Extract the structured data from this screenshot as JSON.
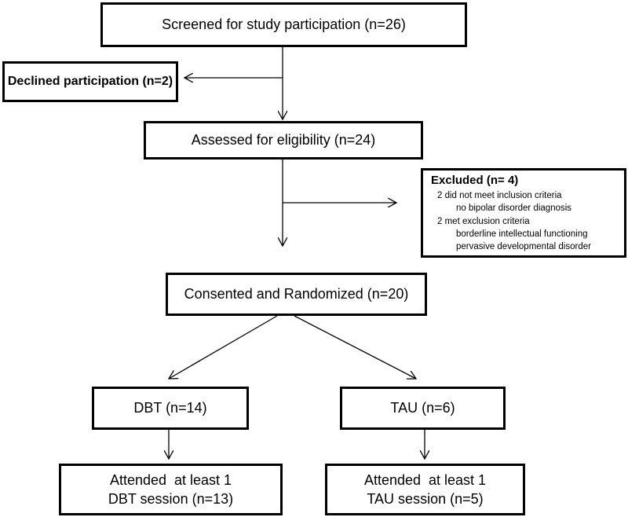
{
  "nodes": {
    "screened": "Screened for study participation (n=26)",
    "declined": "Declined participation (n=2)",
    "assessed": "Assessed for eligibility (n=24)",
    "excluded": {
      "title": "Excluded (n= 4)",
      "lines": [
        "2 did not meet inclusion criteria",
        "no bipolar disorder diagnosis",
        "2 met exclusion criteria",
        "borderline intellectual functioning",
        "pervasive developmental disorder"
      ]
    },
    "randomized": "Consented and Randomized (n=20)",
    "dbt": "DBT (n=14)",
    "tau": "TAU (n=6)",
    "dbt_attended": [
      "Attended  at least 1",
      "DBT session (n=13)"
    ],
    "tau_attended": [
      "Attended  at least 1",
      "TAU session (n=5)"
    ]
  }
}
